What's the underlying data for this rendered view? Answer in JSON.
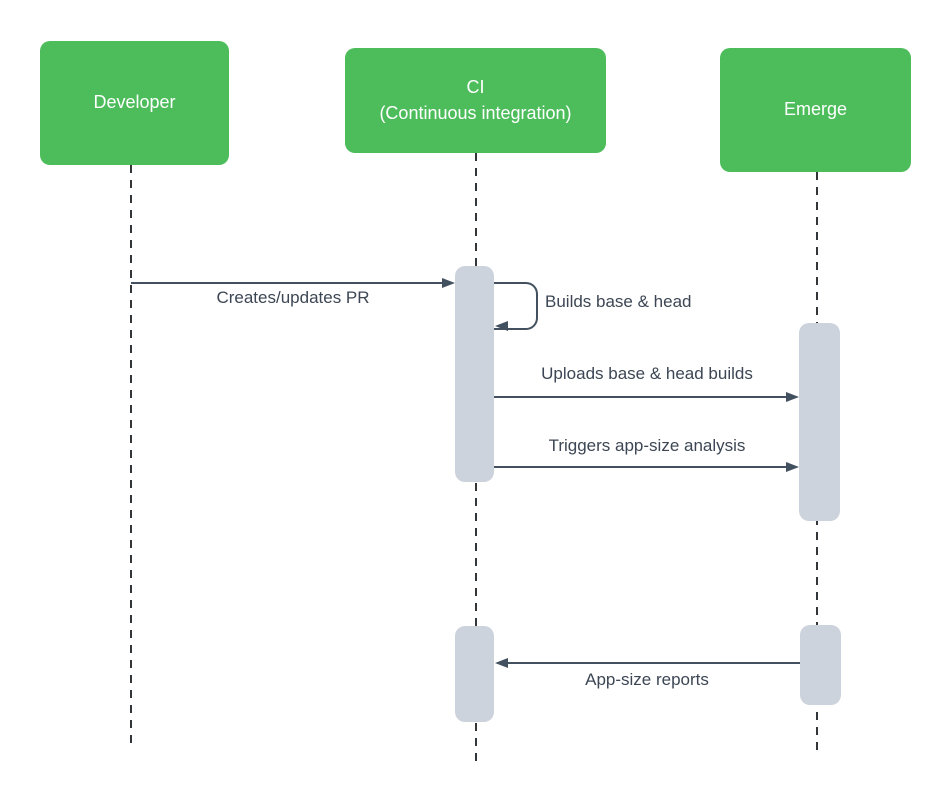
{
  "diagram": {
    "type": "sequence-diagram",
    "background": "#ffffff",
    "actors": [
      {
        "id": "developer",
        "label": "Developer"
      },
      {
        "id": "ci",
        "label": "CI\n(Continuous integration)"
      },
      {
        "id": "emerge",
        "label": "Emerge"
      }
    ],
    "messages": [
      {
        "index": 1,
        "from": "developer",
        "to": "ci",
        "label": "Creates/updates PR",
        "style": "solid-arrow-right"
      },
      {
        "index": 2,
        "from": "ci",
        "to": "ci",
        "label": "Builds base & head",
        "style": "self-loop"
      },
      {
        "index": 3,
        "from": "ci",
        "to": "emerge",
        "label": "Uploads base & head builds",
        "style": "solid-arrow-right"
      },
      {
        "index": 4,
        "from": "ci",
        "to": "emerge",
        "label": "Triggers app-size analysis",
        "style": "solid-arrow-right"
      },
      {
        "index": 5,
        "from": "emerge",
        "to": "ci",
        "label": "App-size reports",
        "style": "solid-arrow-left"
      }
    ],
    "activations": [
      {
        "actor": "ci",
        "span": "messages 1-4"
      },
      {
        "actor": "emerge",
        "span": "messages 3-4"
      },
      {
        "actor": "ci",
        "span": "message 5"
      },
      {
        "actor": "emerge",
        "span": "message 5"
      }
    ],
    "colors": {
      "actor_fill": "#4dbd5c",
      "actor_text": "#ffffff",
      "activation_fill": "#cdd3dd",
      "message_line": "#42505f",
      "lifeline": "#323639",
      "label_text": "#3c4654"
    }
  }
}
